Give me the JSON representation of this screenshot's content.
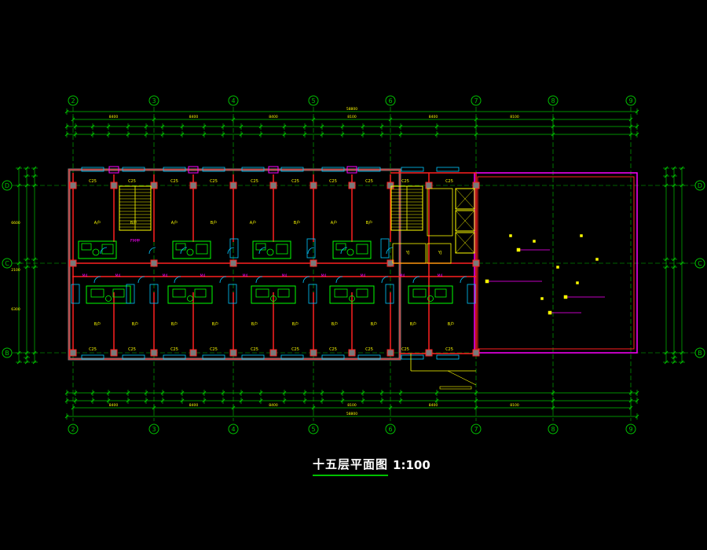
{
  "drawing": {
    "title": "十五层平面图",
    "scale": "1:100"
  },
  "axes": {
    "columns": [
      "2",
      "3",
      "4",
      "5",
      "6",
      "7",
      "8",
      "9"
    ],
    "rows": [
      "D",
      "C",
      "B"
    ]
  },
  "dimensions": {
    "overall": "58800",
    "top_bays": [
      "8400",
      "8400",
      "8400",
      "8100",
      "8400",
      "8100"
    ],
    "bottom_bays": [
      "8400",
      "8400",
      "8400",
      "8100",
      "8400",
      "8100"
    ],
    "left_side": [
      "6600",
      "2100",
      "6300"
    ]
  },
  "labels": {
    "window_tag": "C25",
    "room_tag": "B户",
    "door_tag": "M4",
    "room_name_a": "A户",
    "stair_tag": "FM甲",
    "shaft_tag": "YJ"
  },
  "colors": {
    "background": "#000000",
    "axis": "#00c000",
    "wall": "#ff2020",
    "wall_fill": "#7a7a7a",
    "dimension": "#00c000",
    "text": "#ffff00",
    "annotation": "#ff00ff",
    "fixture": "#00ff00",
    "cyan": "#00c8ff"
  }
}
